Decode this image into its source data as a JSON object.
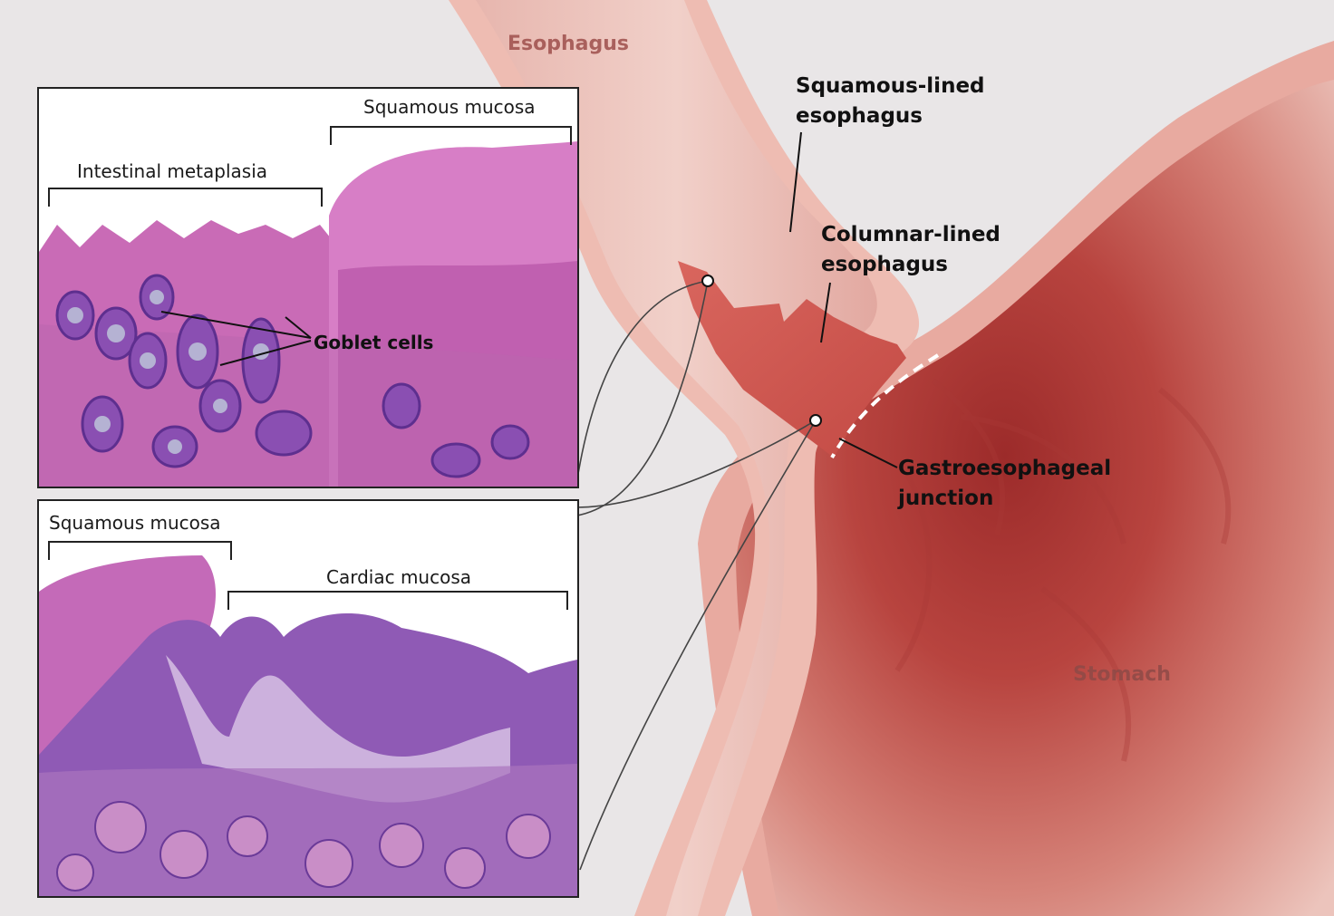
{
  "anatomy": {
    "esophagus": "Esophagus",
    "squamous_lined": [
      "Squamous-lined",
      "esophagus"
    ],
    "columnar_lined": [
      "Columnar-lined",
      "esophagus"
    ],
    "ge_junction": [
      "Gastroesophageal",
      "junction"
    ],
    "stomach": "Stomach"
  },
  "panels": {
    "top": {
      "squamous_mucosa": "Squamous mucosa",
      "intestinal_metaplasia": "Intestinal metaplasia",
      "goblet_cells": "Goblet cells"
    },
    "bottom": {
      "squamous_mucosa": "Squamous mucosa",
      "cardiac_mucosa": "Cardiac mucosa"
    }
  },
  "colors": {
    "background": "#e9e6e7",
    "squamous_tissue": "#c75fb3",
    "glands": "#6d3fa7",
    "goblet": "#a9a5c8",
    "esophagus_wall": "#eebcb2",
    "stomach_mucosa": "#b8443f",
    "dashed_line": "#ffffff"
  }
}
